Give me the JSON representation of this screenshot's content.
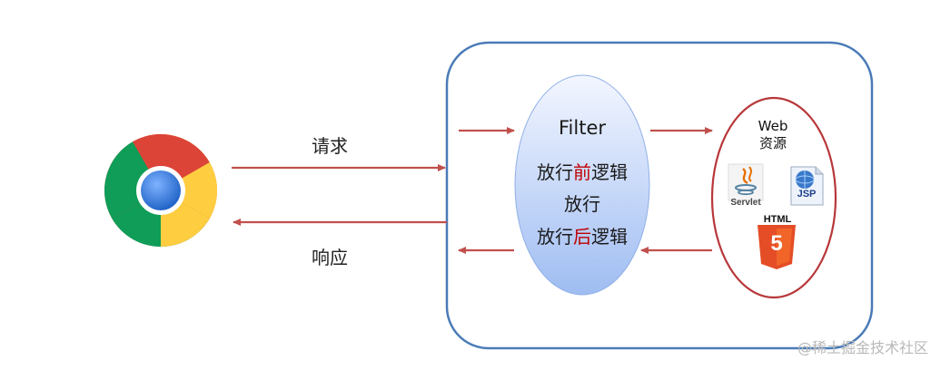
{
  "left": {
    "request_label": "请求",
    "response_label": "响应"
  },
  "filter": {
    "title": "Filter",
    "line1_before": "放行",
    "line1_highlight": "前",
    "line1_after": "逻辑",
    "line2": "放行",
    "line3_before": "放行",
    "line3_highlight": "后",
    "line3_after": "逻辑"
  },
  "web": {
    "title_line1": "Web",
    "title_line2": "资源",
    "servlet_caption": "Servlet",
    "jsp_caption": "JSP",
    "html_caption": "HTML",
    "html_badge_number": "5"
  },
  "watermark": "@稀土掘金技术社区",
  "colors": {
    "container_border": "#4a7bb7",
    "arrow": "#c0504d",
    "filter_fill_top": "#eef3ff",
    "filter_fill_bottom": "#9fbdf2",
    "web_border": "#b8373a",
    "highlight": "#c00000"
  },
  "icons": [
    "chrome-icon",
    "java-servlet-icon",
    "jsp-icon",
    "html5-icon"
  ]
}
